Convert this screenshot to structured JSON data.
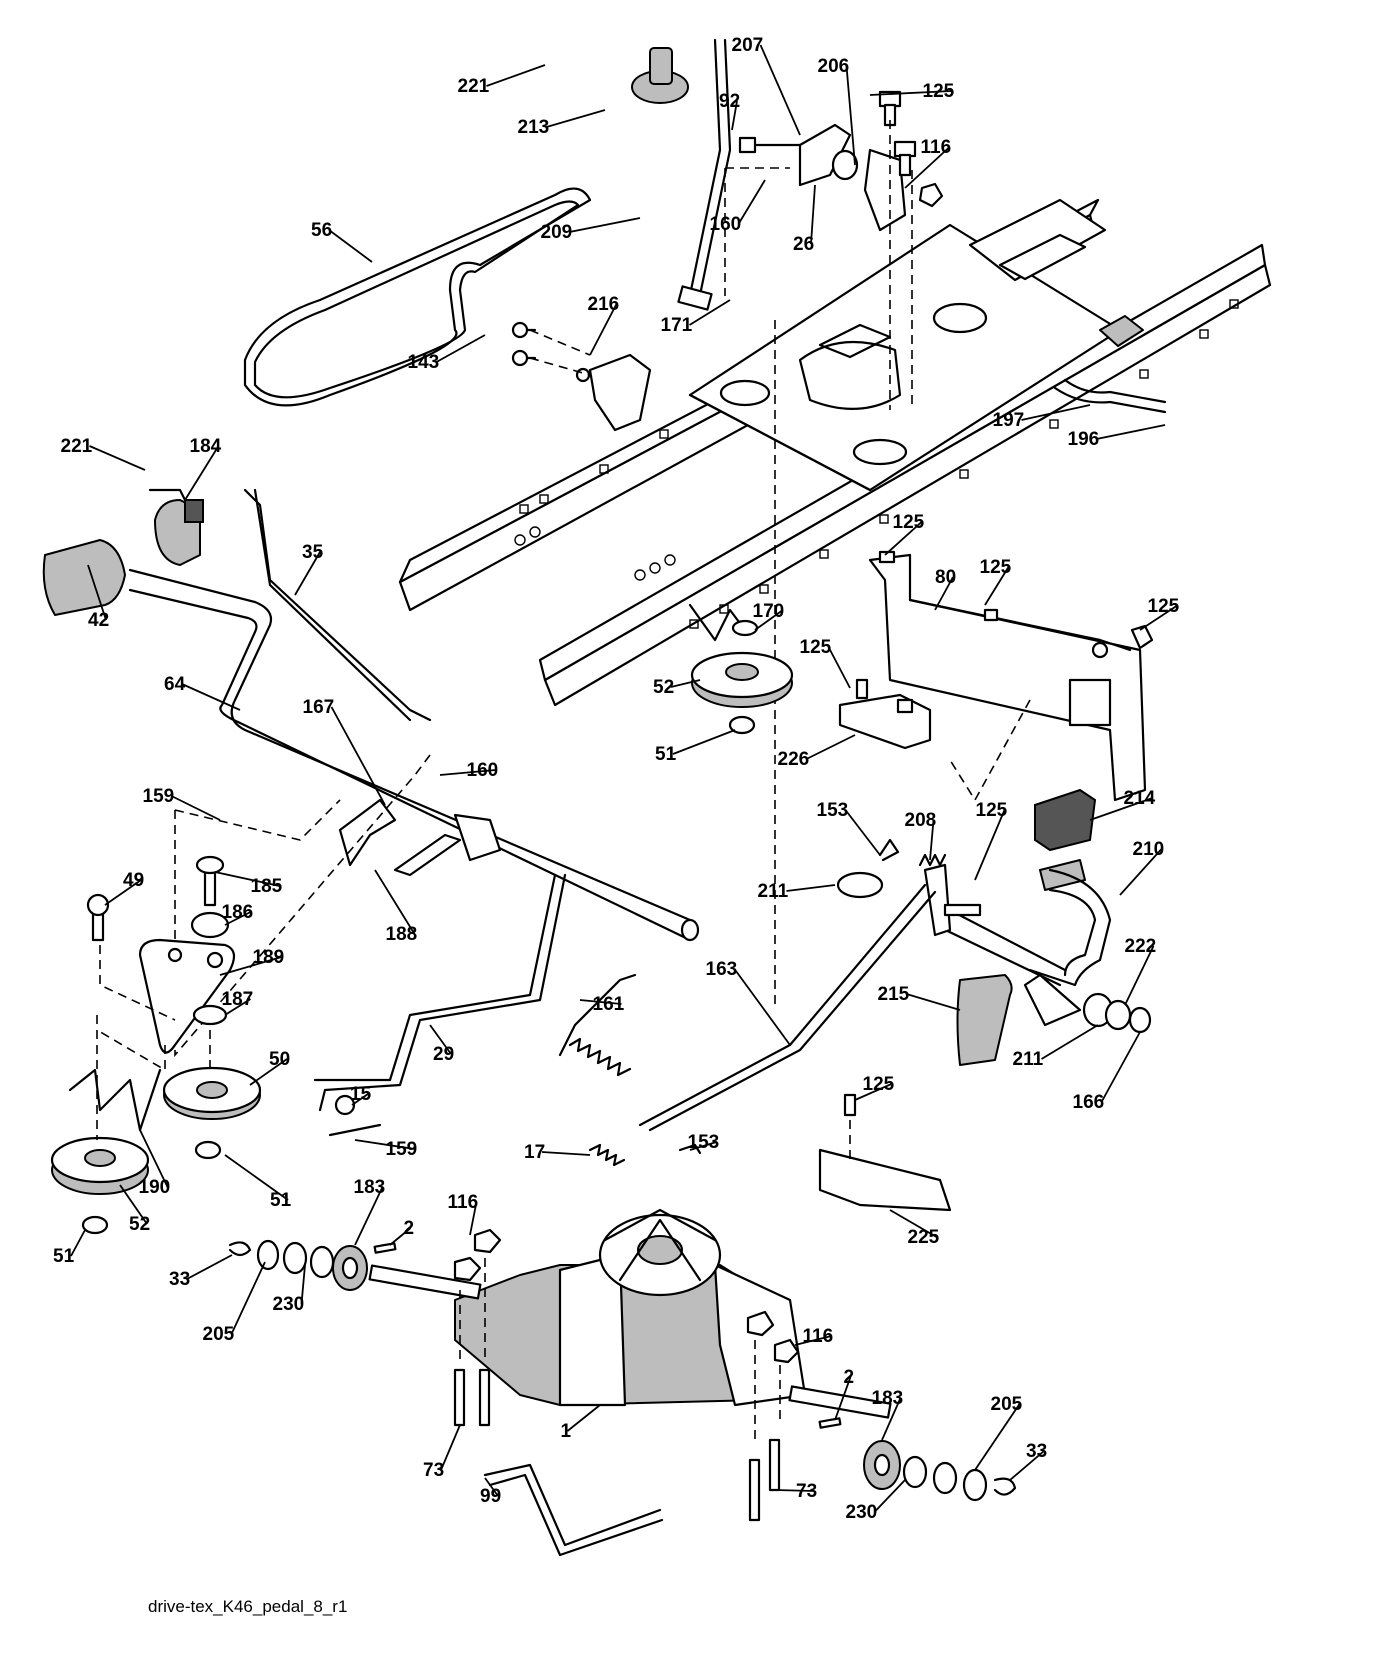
{
  "diagram": {
    "caption": "drive-tex_K46_pedal_8_r1",
    "callouts": [
      {
        "id": "221a",
        "text": "221"
      },
      {
        "id": "213",
        "text": "213"
      },
      {
        "id": "207",
        "text": "207"
      },
      {
        "id": "206",
        "text": "206"
      },
      {
        "id": "125a",
        "text": "125"
      },
      {
        "id": "92",
        "text": "92"
      },
      {
        "id": "116a",
        "text": "116"
      },
      {
        "id": "160a",
        "text": "160"
      },
      {
        "id": "26",
        "text": "26"
      },
      {
        "id": "56",
        "text": "56"
      },
      {
        "id": "209",
        "text": "209"
      },
      {
        "id": "216",
        "text": "216"
      },
      {
        "id": "171",
        "text": "171"
      },
      {
        "id": "143",
        "text": "143"
      },
      {
        "id": "197",
        "text": "197"
      },
      {
        "id": "196",
        "text": "196"
      },
      {
        "id": "221b",
        "text": "221"
      },
      {
        "id": "184",
        "text": "184"
      },
      {
        "id": "35",
        "text": "35"
      },
      {
        "id": "42",
        "text": "42"
      },
      {
        "id": "125b",
        "text": "125"
      },
      {
        "id": "80",
        "text": "80"
      },
      {
        "id": "125c",
        "text": "125"
      },
      {
        "id": "125d",
        "text": "125"
      },
      {
        "id": "170",
        "text": "170"
      },
      {
        "id": "125e",
        "text": "125"
      },
      {
        "id": "52a",
        "text": "52"
      },
      {
        "id": "64",
        "text": "64"
      },
      {
        "id": "51a",
        "text": "51"
      },
      {
        "id": "226",
        "text": "226"
      },
      {
        "id": "167",
        "text": "167"
      },
      {
        "id": "160b",
        "text": "160"
      },
      {
        "id": "159a",
        "text": "159"
      },
      {
        "id": "214",
        "text": "214"
      },
      {
        "id": "153a",
        "text": "153"
      },
      {
        "id": "208",
        "text": "208"
      },
      {
        "id": "125f",
        "text": "125"
      },
      {
        "id": "210",
        "text": "210"
      },
      {
        "id": "49",
        "text": "49"
      },
      {
        "id": "185",
        "text": "185"
      },
      {
        "id": "211a",
        "text": "211"
      },
      {
        "id": "186",
        "text": "186"
      },
      {
        "id": "188",
        "text": "188"
      },
      {
        "id": "222",
        "text": "222"
      },
      {
        "id": "189",
        "text": "189"
      },
      {
        "id": "163",
        "text": "163"
      },
      {
        "id": "161",
        "text": "161"
      },
      {
        "id": "215",
        "text": "215"
      },
      {
        "id": "187",
        "text": "187"
      },
      {
        "id": "50",
        "text": "50"
      },
      {
        "id": "29",
        "text": "29"
      },
      {
        "id": "211b",
        "text": "211"
      },
      {
        "id": "166",
        "text": "166"
      },
      {
        "id": "15",
        "text": "15"
      },
      {
        "id": "125g",
        "text": "125"
      },
      {
        "id": "159b",
        "text": "159"
      },
      {
        "id": "153b",
        "text": "153"
      },
      {
        "id": "17",
        "text": "17"
      },
      {
        "id": "190",
        "text": "190"
      },
      {
        "id": "51b",
        "text": "51"
      },
      {
        "id": "52b",
        "text": "52"
      },
      {
        "id": "183a",
        "text": "183"
      },
      {
        "id": "116b",
        "text": "116"
      },
      {
        "id": "225",
        "text": "225"
      },
      {
        "id": "51c",
        "text": "51"
      },
      {
        "id": "2a",
        "text": "2"
      },
      {
        "id": "33a",
        "text": "33"
      },
      {
        "id": "230a",
        "text": "230"
      },
      {
        "id": "205a",
        "text": "205"
      },
      {
        "id": "116c",
        "text": "116"
      },
      {
        "id": "2b",
        "text": "2"
      },
      {
        "id": "183b",
        "text": "183"
      },
      {
        "id": "1",
        "text": "1"
      },
      {
        "id": "205b",
        "text": "205"
      },
      {
        "id": "73a",
        "text": "73"
      },
      {
        "id": "33b",
        "text": "33"
      },
      {
        "id": "99",
        "text": "99"
      },
      {
        "id": "73b",
        "text": "73"
      },
      {
        "id": "230b",
        "text": "230"
      }
    ]
  }
}
